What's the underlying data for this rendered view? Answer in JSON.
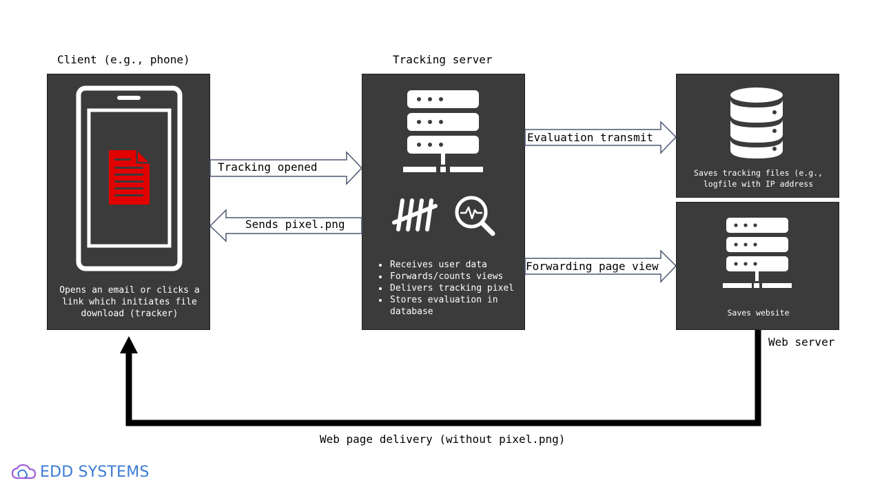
{
  "client": {
    "title": "Client (e.g., phone)",
    "caption": "Opens an email or clicks a link which initiates file download (tracker)"
  },
  "tracking_server": {
    "title": "Tracking server",
    "bullets": [
      "Receives user data",
      "Forwards/counts views",
      "Delivers tracking pixel",
      "Stores evaluation in database"
    ]
  },
  "database": {
    "caption": "Saves tracking files (e.g., logfile with IP address"
  },
  "web_server": {
    "title": "Web server",
    "caption": "Saves website"
  },
  "arrows": {
    "tracking_opened": "Tracking opened",
    "sends_pixel": "Sends pixel.png",
    "evaluation_transmit": "Evaluation transmit",
    "forwarding_page_view": "Forwarding page view",
    "web_page_delivery": "Web page delivery (without pixel.png)"
  },
  "logo": {
    "text": "EDD SYSTEMS"
  },
  "colors": {
    "box": "#3b3b3b",
    "arrow_fill": "#ffffff",
    "arrow_stroke": "#4a5670",
    "document": "#e00000",
    "logo_text": "#3a7bd5",
    "logo_icon": "#a05cd6"
  }
}
